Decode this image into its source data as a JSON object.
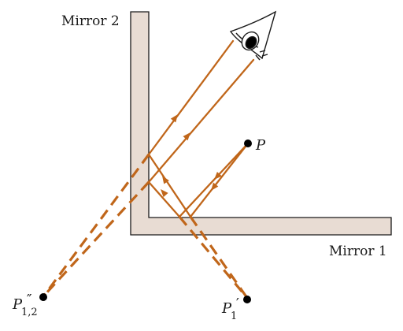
{
  "labels": {
    "mirror1": "Mirror 1",
    "mirror2": "Mirror 2",
    "object": "P",
    "image1_base": "P",
    "image1_prime": "′",
    "image1_sub": "1",
    "image12_base": "P",
    "image12_prime": "″",
    "image12_sub": "1,2"
  },
  "colors": {
    "ray": "#c0661a",
    "mirror_fill": "#e8dcd3",
    "mirror_stroke": "#1a1a1a",
    "point": "#000000"
  }
}
